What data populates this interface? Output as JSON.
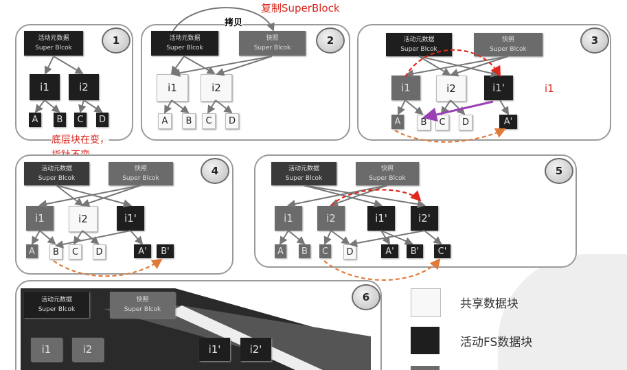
{
  "annotations": {
    "copy_superblock": "复制SuperBlock",
    "copy": "拷贝",
    "i1_note": "i1",
    "bottom_note_line1": "底层块在变，",
    "bottom_note_line2": "指针不变"
  },
  "superblocks": {
    "active_title": "活动元数据",
    "snapshot_title": "快照",
    "subtitle": "Super Blcok"
  },
  "panels": [
    {
      "step": "1",
      "inodes": [
        "i1",
        "i2"
      ],
      "blocks": [
        "A",
        "B",
        "C",
        "D"
      ]
    },
    {
      "step": "2",
      "inodes": [
        "i1",
        "i2"
      ],
      "blocks": [
        "A",
        "B",
        "C",
        "D"
      ]
    },
    {
      "step": "3",
      "inodes": [
        "i1",
        "i2",
        "i1'"
      ],
      "blocks": [
        "A",
        "B",
        "C",
        "D",
        "A'"
      ]
    },
    {
      "step": "4",
      "inodes": [
        "i1",
        "i2",
        "i1'"
      ],
      "blocks": [
        "A",
        "B",
        "C",
        "D",
        "A'",
        "B'"
      ]
    },
    {
      "step": "5",
      "inodes": [
        "i1",
        "i2",
        "i1'",
        "i2'"
      ],
      "blocks": [
        "A",
        "B",
        "C",
        "D",
        "A'",
        "B'",
        "C'"
      ]
    },
    {
      "step": "6",
      "inodes": [
        "i1",
        "i2",
        "i1'",
        "i2'"
      ]
    }
  ],
  "legend": [
    {
      "label": "共享数据块",
      "color": "#f8f8f8"
    },
    {
      "label": "活动FS数据块",
      "color": "#1e1e1e"
    },
    {
      "color": "#6b6b6b"
    }
  ],
  "colors": {
    "annotation": "#d8261c",
    "dashed_arrow": "#e07a3a",
    "purple_arrow": "#9b3fb5"
  }
}
